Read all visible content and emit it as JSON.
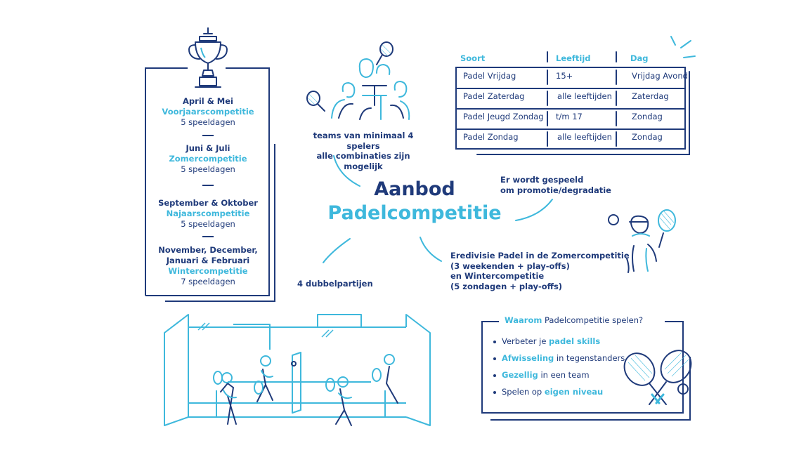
{
  "title": {
    "line1": "Aanbod",
    "line2": "Padelcompetitie"
  },
  "seasons": [
    {
      "months": "April & Mei",
      "competition": "Voorjaarscompetitie",
      "days": "5 speeldagen"
    },
    {
      "months": "Juni & Juli",
      "competition": "Zomercompetitie",
      "days": "5 speeldagen"
    },
    {
      "months": "September & Oktober",
      "competition": "Najaarscompetitie",
      "days": "5 speeldagen"
    },
    {
      "months_line1": "November, December,",
      "months_line2": "Januari & Februari",
      "competition": "Wintercompetitie",
      "days": "7 speeldagen"
    }
  ],
  "notes": {
    "teams_line1": "teams van minimaal 4 spelers",
    "teams_line2": "alle combinaties zijn mogelijk",
    "promo_line1": "Er wordt gespeeld",
    "promo_line2": "om promotie/degradatie",
    "eredivisie_line1": "Eredivisie Padel in de Zomercompetitie",
    "eredivisie_line2": "(3 weekenden + play-offs)",
    "eredivisie_line3": "en Wintercompetitie",
    "eredivisie_line4": "(5 zondagen + play-offs)",
    "doubles": "4 dubbelpartijen"
  },
  "table": {
    "headers": [
      "Soort",
      "Leeftijd",
      "Dag"
    ],
    "rows": [
      [
        "Padel Vrijdag",
        "15+",
        "Vrijdag Avond"
      ],
      [
        "Padel Zaterdag",
        "alle leeftijden",
        "Zaterdag"
      ],
      [
        "Padel Jeugd Zondag",
        "t/m 17",
        "Zondag"
      ],
      [
        "Padel Zondag",
        "alle leeftijden",
        "Zondag"
      ]
    ]
  },
  "why": {
    "head_bold": "Waarom",
    "head_rest": " Padelcompetitie spelen?",
    "items": [
      {
        "pre": "Verbeter je ",
        "bold": "padel skills",
        "post": ""
      },
      {
        "pre": "",
        "bold": "Afwisseling",
        "post": " in tegenstanders"
      },
      {
        "pre": "",
        "bold": "Gezellig",
        "post": " in een team"
      },
      {
        "pre": "Spelen op ",
        "bold": "eigen niveau",
        "post": ""
      }
    ]
  },
  "colors": {
    "navy": "#1f3a7a",
    "cyan": "#3eb8dc"
  },
  "icons": [
    "trophy-icon",
    "team-players-icon",
    "padel-player-icon",
    "crossed-rackets-icon",
    "padel-court-icon"
  ]
}
